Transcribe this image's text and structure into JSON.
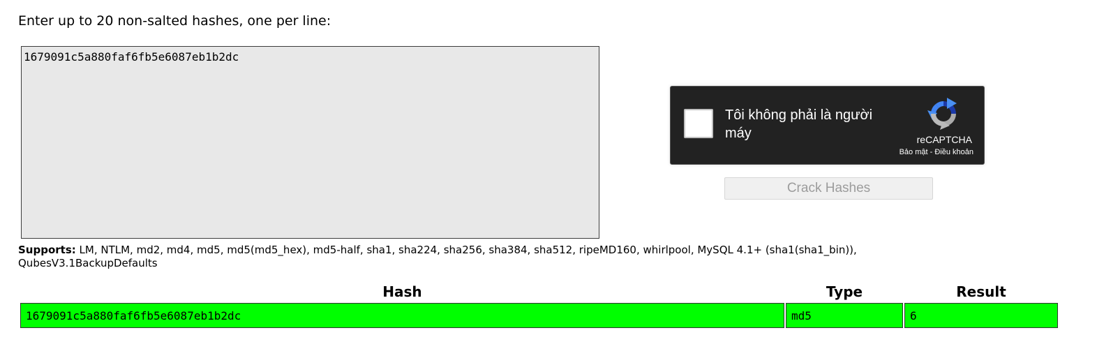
{
  "form": {
    "prompt": "Enter up to 20 non-salted hashes, one per line:",
    "hashes_value": "1679091c5a880faf6fb5e6087eb1b2dc"
  },
  "captcha": {
    "label": "Tôi không phải là người máy",
    "brand": "reCAPTCHA",
    "privacy_link": "Bảo mật",
    "separator": " - ",
    "terms_link": "Điều khoản",
    "logo_icon": "recaptcha-logo-icon"
  },
  "crack_button": {
    "label": "Crack Hashes"
  },
  "supports": {
    "label": "Supports:",
    "text": " LM, NTLM, md2, md4, md5, md5(md5_hex), md5-half, sha1, sha224, sha256, sha384, sha512, ripeMD160, whirlpool, MySQL 4.1+ (sha1(sha1_bin)), QubesV3.1BackupDefaults"
  },
  "results": {
    "headers": {
      "hash": "Hash",
      "type": "Type",
      "result": "Result"
    },
    "rows": [
      {
        "hash": "1679091c5a880faf6fb5e6087eb1b2dc",
        "type": "md5",
        "result": "6",
        "status_color": "#00ff00"
      }
    ]
  },
  "colors": {
    "captcha_bg": "#222222",
    "input_bg": "#e8e8e8",
    "success": "#00ff00"
  }
}
